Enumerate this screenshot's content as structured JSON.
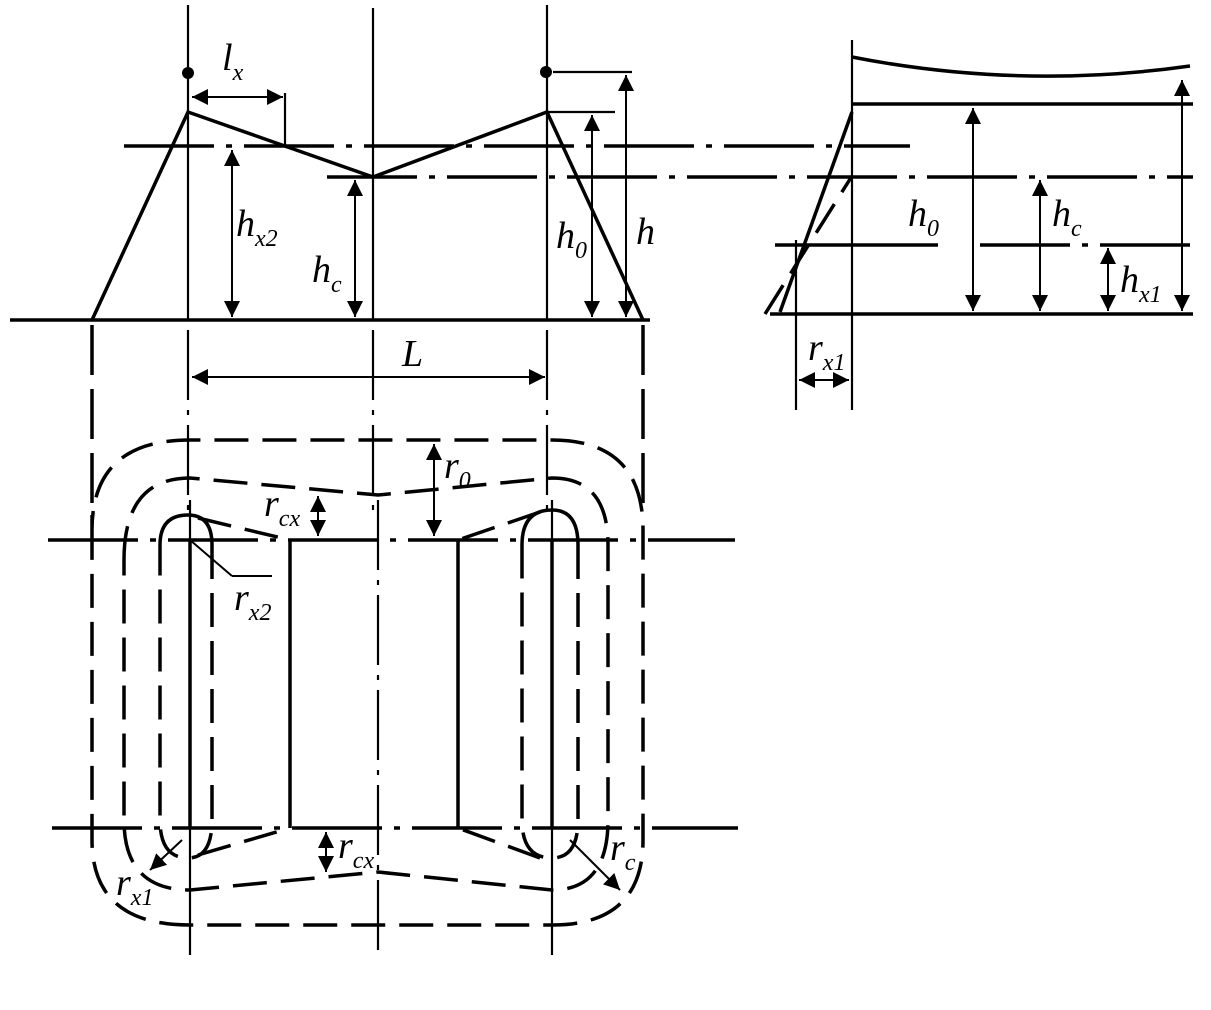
{
  "labels": {
    "lx": {
      "main": "l",
      "sub": "x"
    },
    "hx2": {
      "main": "h",
      "sub": "x2"
    },
    "hc_left": {
      "main": "h",
      "sub": "c"
    },
    "h0_left": {
      "main": "h",
      "sub": "0"
    },
    "h": {
      "main": "h",
      "sub": ""
    },
    "L": {
      "main": "L",
      "sub": ""
    },
    "h0_right": {
      "main": "h",
      "sub": "0"
    },
    "hc_right": {
      "main": "h",
      "sub": "c"
    },
    "hx1": {
      "main": "h",
      "sub": "x1"
    },
    "rx1_top": {
      "main": "r",
      "sub": "x1"
    },
    "r0": {
      "main": "r",
      "sub": "0"
    },
    "rcx_top": {
      "main": "r",
      "sub": "cx"
    },
    "rx2": {
      "main": "r",
      "sub": "x2"
    },
    "rcx_bottom": {
      "main": "r",
      "sub": "cx"
    },
    "rx1_bottom": {
      "main": "r",
      "sub": "x1"
    },
    "rc": {
      "main": "r",
      "sub": "c"
    }
  }
}
